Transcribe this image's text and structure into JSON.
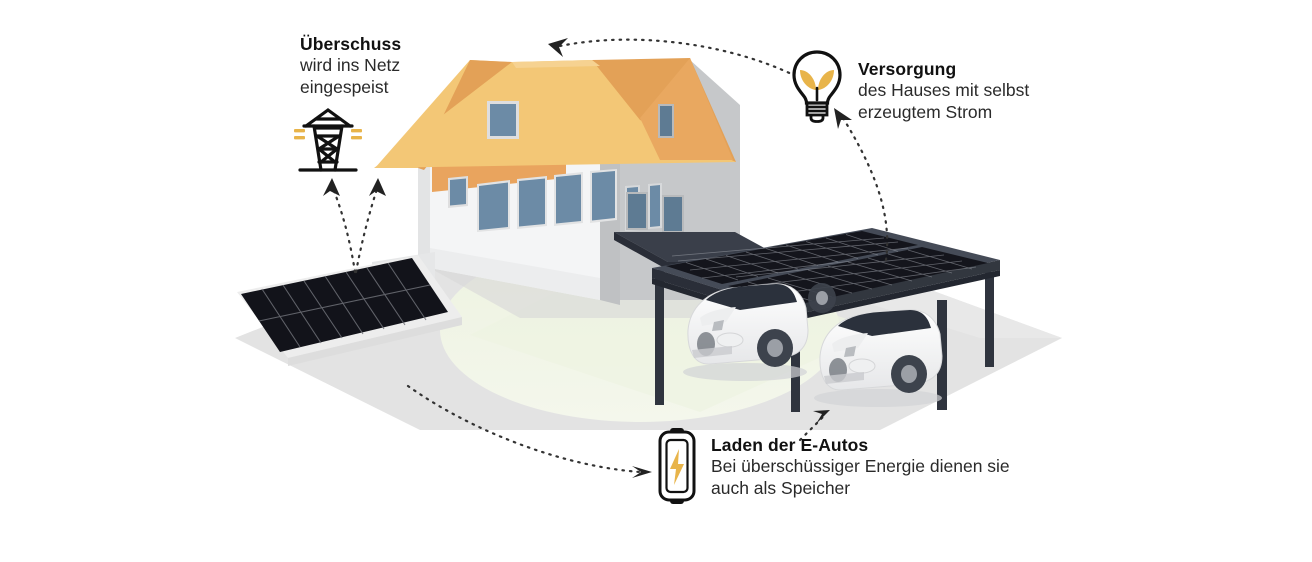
{
  "illustration": {
    "name": "solar-energy-home-infographic",
    "background_color": "#ffffff"
  },
  "callouts": [
    {
      "id": "ueberschuss",
      "title": "Überschuss",
      "body_line1": "wird ins Netz",
      "body_line2": "eingespeist",
      "icon": "power-pylon-icon"
    },
    {
      "id": "versorgung",
      "title": "Versorgung",
      "body_line1": "des Hauses mit selbst",
      "body_line2": "erzeugtem Strom",
      "icon": "light-bulb-leaf-icon"
    },
    {
      "id": "laden",
      "title": "Laden der E-Autos",
      "body_line1": "Bei überschüssiger Energie dienen sie",
      "body_line2": "auch als Speicher",
      "icon": "battery-bolt-icon"
    }
  ],
  "scene": {
    "elements": [
      "house",
      "carport-with-solar-roof",
      "ground-mounted-solar-panel",
      "electric-car-left",
      "electric-car-right",
      "lawn-patch",
      "ground-plane"
    ],
    "flows": [
      {
        "id": "flow-to-grid",
        "from": "ground-solar-panel",
        "to": "power-pylon",
        "style": "dotted-arrow"
      },
      {
        "id": "flow-to-house",
        "from": "carport-solar",
        "to": "house-roof",
        "style": "dotted-arc-arrow"
      },
      {
        "id": "flow-to-bulb",
        "from": "carport-solar",
        "to": "light-bulb",
        "style": "dotted-arc-arrow"
      },
      {
        "id": "flow-to-battery",
        "from": "ground-solar-panel",
        "to": "battery",
        "style": "dotted-arc-arrow"
      },
      {
        "id": "flow-to-cars",
        "from": "carport",
        "to": "electric-cars",
        "style": "dotted-arrow"
      }
    ]
  },
  "colors": {
    "roof_light": "#F3C776",
    "roof_dark": "#E3A157",
    "roof_band": "#E9A45E",
    "wall_light": "#F4F5F6",
    "wall_mid": "#E8E9EA",
    "wall_shadow": "#C6C8CA",
    "window_blue": "#6C8BA6",
    "window_dark": "#5E7B93",
    "panel_dark": "#15161E",
    "frame_slate": "#3A3F4A",
    "frame_slate_dark": "#2A2E38",
    "ground": "#E2E2E2",
    "ground_light": "#EFEFEF",
    "lawn": "#EAF0DA",
    "car_white": "#FBFBFB",
    "car_glass": "#2B313C",
    "accent_gold": "#E8B44A",
    "text_dark": "#111111",
    "dotted_line": "#3A3A3A"
  }
}
